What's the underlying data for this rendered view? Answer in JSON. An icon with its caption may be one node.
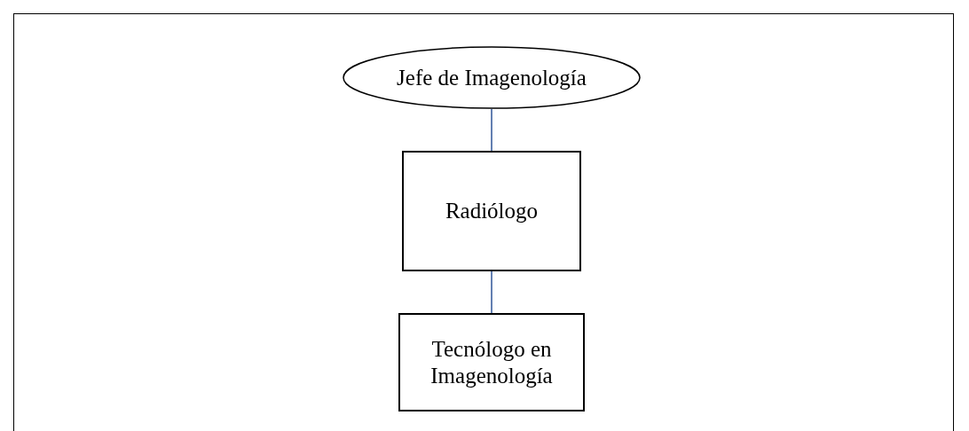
{
  "diagram": {
    "nodes": [
      {
        "text": [
          "Jefe de Imagenología"
        ]
      },
      {
        "text": [
          "Radiólogo"
        ]
      },
      {
        "text": [
          "Tecnólogo en Imagenología"
        ]
      }
    ],
    "edges": [
      {
        "from": 0,
        "to": 1,
        "arrow": "none"
      },
      {
        "from": 1,
        "to": 2,
        "arrow": "none"
      }
    ]
  }
}
